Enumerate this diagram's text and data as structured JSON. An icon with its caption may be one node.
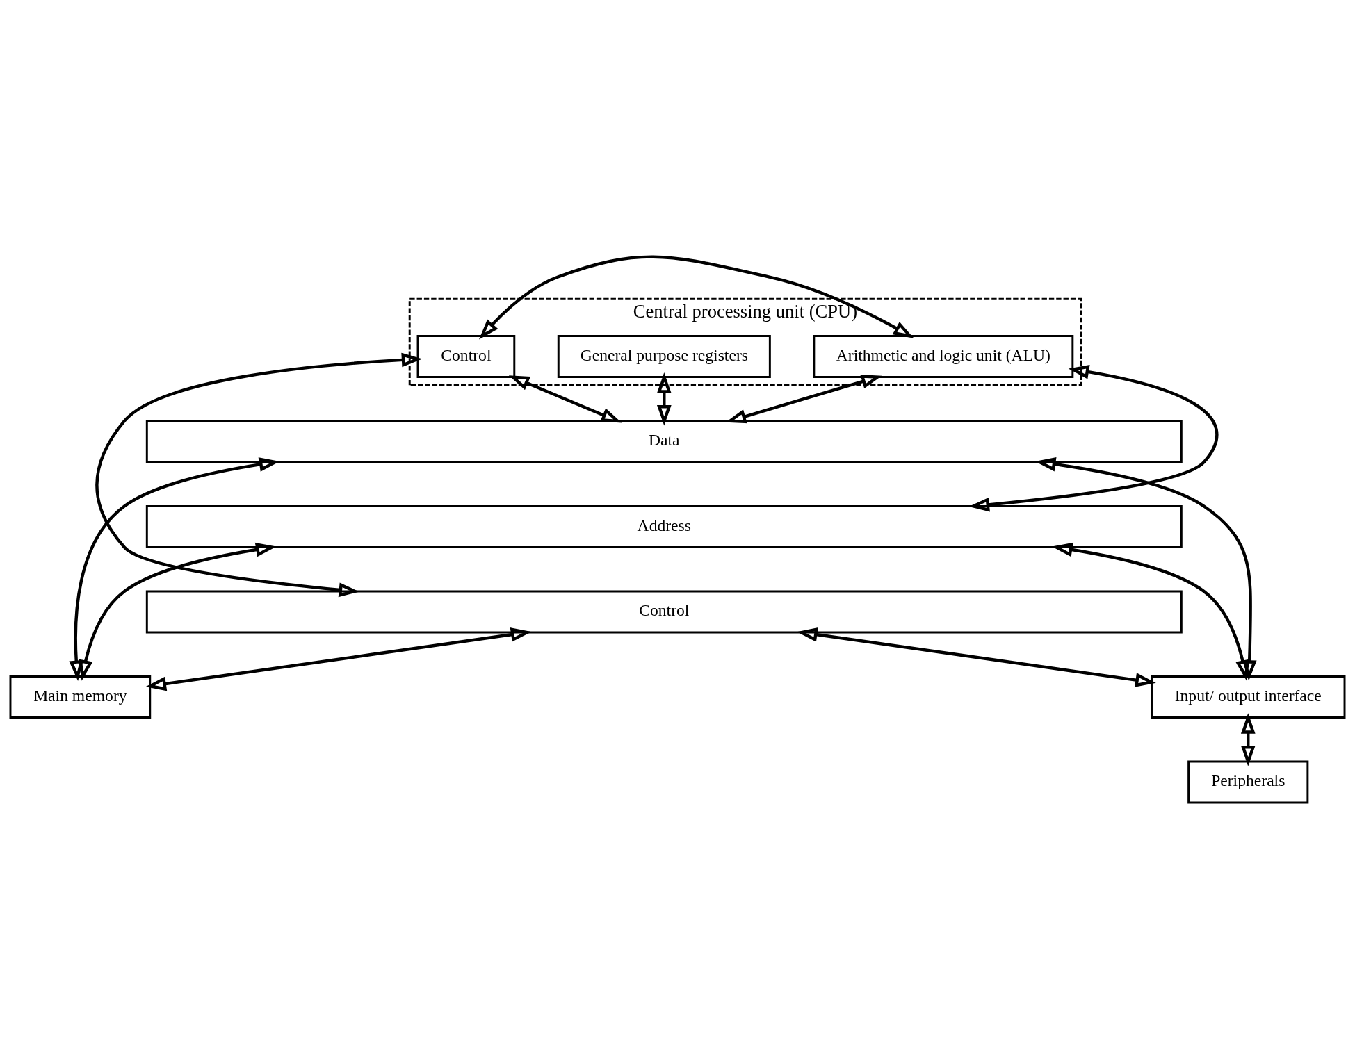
{
  "diagram": {
    "nodes": [
      {
        "text": [
          "Central processing unit (CPU)"
        ]
      },
      {
        "text": [
          "General purpose registers"
        ],
        "in": 0
      },
      {
        "text": [
          "Arithmetic and logic unit (ALU)"
        ],
        "in": 0
      },
      {
        "text": [
          "Control"
        ],
        "in": 0
      },
      {
        "text": [
          "Data"
        ]
      },
      {
        "text": [
          "Address"
        ]
      },
      {
        "text": [
          "Control"
        ]
      },
      {
        "text": [
          "Main memory"
        ]
      },
      {
        "text": [
          "Input/ output interface"
        ]
      },
      {
        "text": [
          "Peripherals"
        ]
      }
    ],
    "edges": [
      {
        "from": 2,
        "to": 3,
        "arrow": "both"
      },
      {
        "from": 1,
        "to": 4,
        "arrow": "both"
      },
      {
        "from": 2,
        "to": 4,
        "arrow": "both"
      },
      {
        "from": 2,
        "to": 5,
        "arrow": "both"
      },
      {
        "from": 3,
        "to": 4,
        "arrow": "both"
      },
      {
        "from": 3,
        "to": 6,
        "arrow": "both"
      },
      {
        "from": 4,
        "to": 7,
        "arrow": "both"
      },
      {
        "from": 5,
        "to": 7,
        "arrow": "both"
      },
      {
        "from": 6,
        "to": 7,
        "arrow": "both"
      },
      {
        "from": 4,
        "to": 8,
        "arrow": "both"
      },
      {
        "from": 5,
        "to": 8,
        "arrow": "both"
      },
      {
        "from": 6,
        "to": 8,
        "arrow": "both"
      },
      {
        "from": 8,
        "to": 9,
        "arrow": "both"
      }
    ]
  }
}
